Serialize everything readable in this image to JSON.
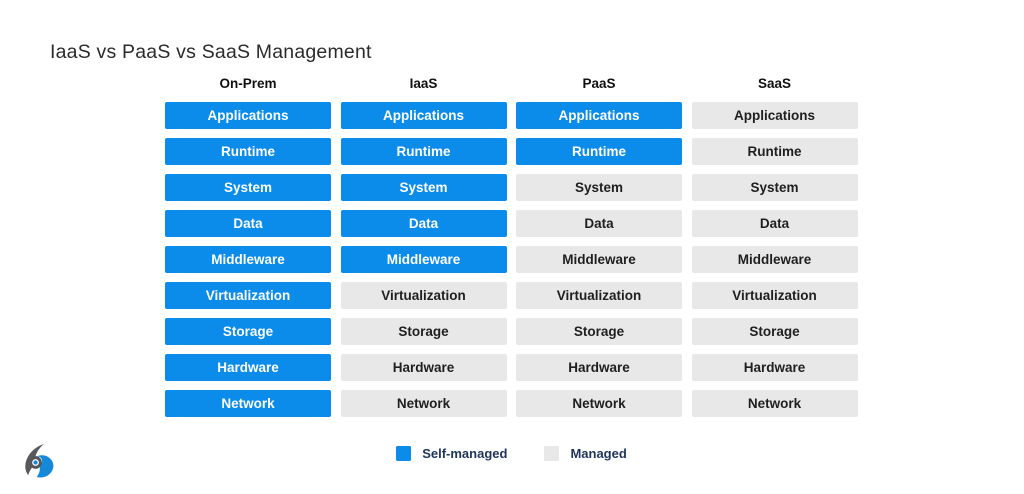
{
  "title": "IaaS vs PaaS vs SaaS Management",
  "columns": [
    "On-Prem",
    "IaaS",
    "PaaS",
    "SaaS"
  ],
  "rows": [
    "Applications",
    "Runtime",
    "System",
    "Data",
    "Middleware",
    "Virtualization",
    "Storage",
    "Hardware",
    "Network"
  ],
  "matrix": [
    [
      "self",
      "self",
      "self",
      "managed"
    ],
    [
      "self",
      "self",
      "self",
      "managed"
    ],
    [
      "self",
      "self",
      "managed",
      "managed"
    ],
    [
      "self",
      "self",
      "managed",
      "managed"
    ],
    [
      "self",
      "self",
      "managed",
      "managed"
    ],
    [
      "self",
      "managed",
      "managed",
      "managed"
    ],
    [
      "self",
      "managed",
      "managed",
      "managed"
    ],
    [
      "self",
      "managed",
      "managed",
      "managed"
    ],
    [
      "self",
      "managed",
      "managed",
      "managed"
    ]
  ],
  "legend": [
    {
      "key": "self",
      "label": "Self-managed",
      "color": "#0b8ceb"
    },
    {
      "key": "managed",
      "label": "Managed",
      "color": "#e8e8e8"
    }
  ],
  "colors": {
    "self_managed": "#0b8ceb",
    "managed": "#e8e8e8",
    "text_on_self": "#ffffff",
    "text_on_managed": "#1f1f1f",
    "legend_text": "#21355b",
    "logo_gray": "#58595b",
    "logo_blue": "#1488d9"
  },
  "icons": {
    "brand_logo": "brand-logo"
  }
}
